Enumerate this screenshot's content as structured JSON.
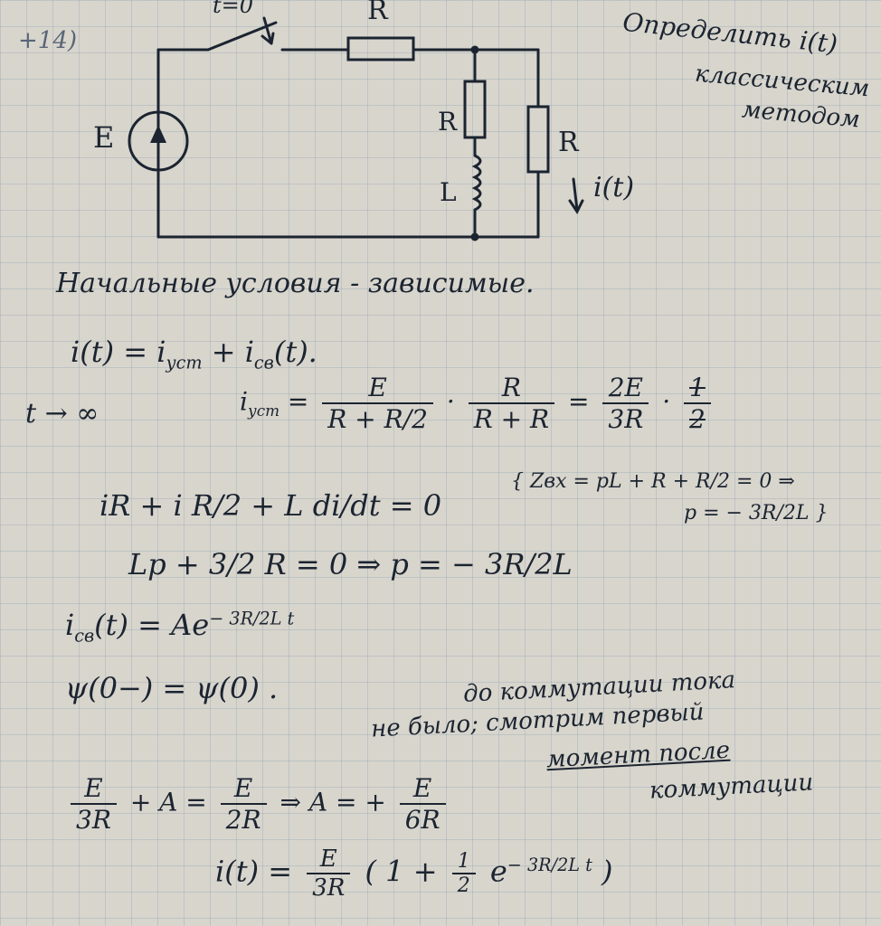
{
  "problem_number": "+14)",
  "circuit": {
    "switch_label": "t=0",
    "source_label": "E",
    "r_series_label": "R",
    "r_branch_label": "R",
    "l_branch_label": "L",
    "r_parallel_label": "R",
    "current_label": "i(t)"
  },
  "task": {
    "line1": "Определить i(t)",
    "line2": "классическим",
    "line3": "методом"
  },
  "notes": {
    "initial_conditions": "Начальные условия - зависимые.",
    "decomposition": "i(t) = i",
    "decomp_sub1": "уст",
    "decomp_mid": " + i",
    "decomp_sub2": "св",
    "decomp_end": "(t).",
    "t_inf": "t → ∞",
    "iust_lhs": "i",
    "iust_lhs_sub": "уст",
    "eq": "=",
    "f1_num": "E",
    "f1_den": "R + R/2",
    "dot": "·",
    "f2_num": "R",
    "f2_den": "R + R",
    "f3_num": "2E",
    "f3_den": "3R",
    "f4_num": "1",
    "f4_den": "2",
    "kirchhoff": "iR + i R/2 + L di/dt = 0",
    "zin_line1": "{ Zвх = pL + R + R/2 = 0 ⇒",
    "zin_line2": "p = − 3R/2L }",
    "char_eq": "Lp + 3/2 R = 0  ⇒  p = − 3R/2L",
    "free_lhs": "i",
    "free_lhs_sub": "св",
    "free_mid": "(t) = Ae",
    "free_exp": "− 3R/2L t",
    "psi": "ψ(0−) = ψ(0) .",
    "comment1": "до коммутации тока",
    "comment2": "не было; смотрим первый",
    "comment3": "момент после",
    "comment4": "коммутации",
    "a_eq_lhs_num": "E",
    "a_eq_lhs_den": "3R",
    "a_eq_mid": "+ A =",
    "a_eq_r_num": "E",
    "a_eq_r_den": "2R",
    "a_eq_arrow": "⇒  A = +",
    "a_eq_res_num": "E",
    "a_eq_res_den": "6R",
    "final_lhs": "i(t) =",
    "final_num": "E",
    "final_den": "3R",
    "final_paren": "( 1 + ",
    "final_half_num": "1",
    "final_half_den": "2",
    "final_e": "e",
    "final_exp": "− 3R/2L t",
    "final_close": " )"
  }
}
